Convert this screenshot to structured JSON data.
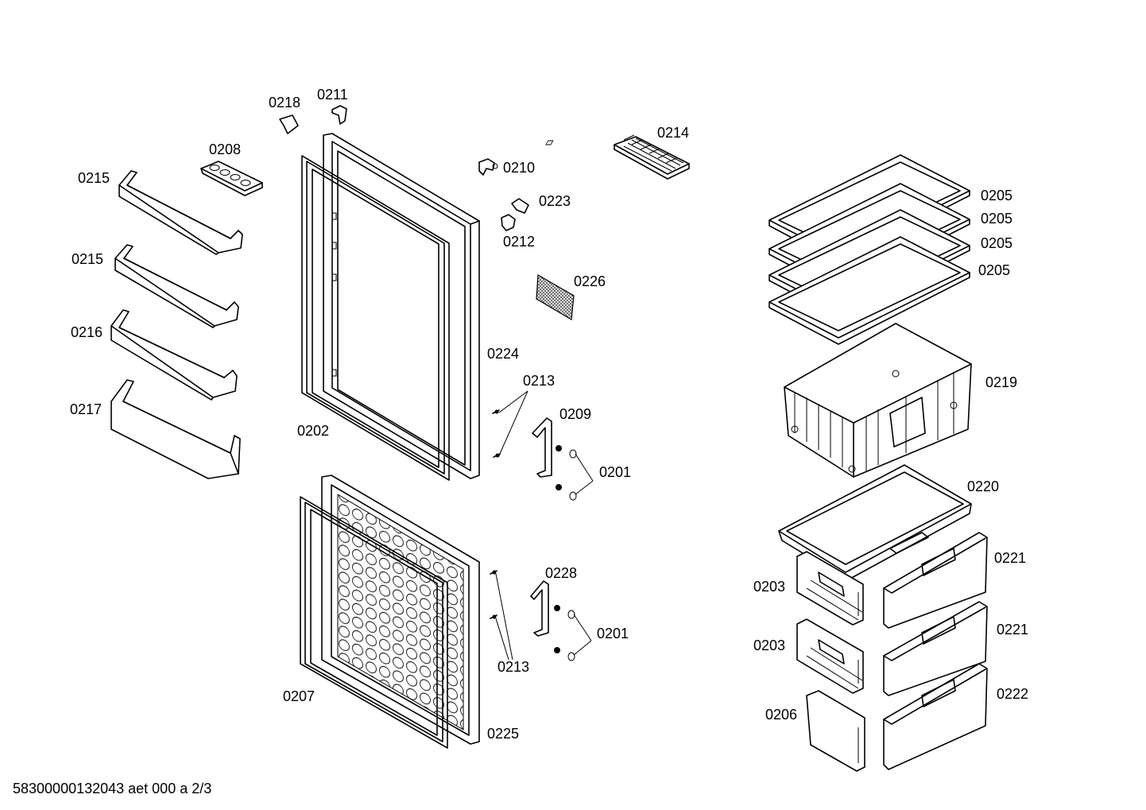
{
  "document_id": "58300000132043 aet 000 a 2/3",
  "labels": {
    "l0218": "0218",
    "l0211": "0211",
    "l0208": "0208",
    "l0214": "0214",
    "l0215a": "0215",
    "l0215b": "0215",
    "l0216": "0216",
    "l0217": "0217",
    "l0210": "0210",
    "l0223": "0223",
    "l0212": "0212",
    "l0226": "0226",
    "l0224": "0224",
    "l0213a": "0213",
    "l0209": "0209",
    "l0201a": "0201",
    "l0202": "0202",
    "l0228": "0228",
    "l0201b": "0201",
    "l0213b": "0213",
    "l0207": "0207",
    "l0225": "0225",
    "l0205a": "0205",
    "l0205b": "0205",
    "l0205c": "0205",
    "l0205d": "0205",
    "l0219": "0219",
    "l0220": "0220",
    "l0221a": "0221",
    "l0221b": "0221",
    "l0222": "0222",
    "l0203a": "0203",
    "l0203b": "0203",
    "l0206": "0206"
  }
}
